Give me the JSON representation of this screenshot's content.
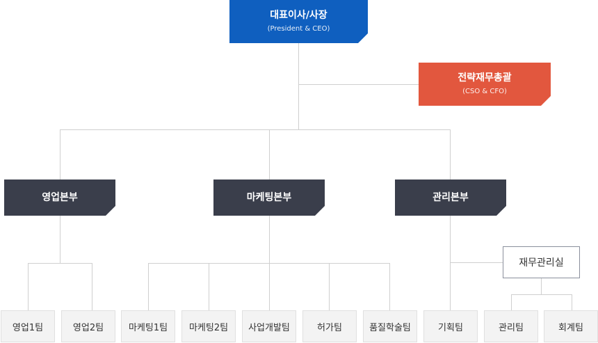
{
  "ceo": {
    "title": "대표이사/사장",
    "subtitle": "(President & CEO)"
  },
  "cso": {
    "title": "전략재무총괄",
    "subtitle": "(CSO & CFO)"
  },
  "divisions": {
    "sales": "영업본부",
    "marketing": "마케팅본부",
    "management": "관리본부"
  },
  "office": "재무관리실",
  "teams": {
    "sales_1": "영업1팀",
    "sales_2": "영업2팀",
    "marketing_1": "마케팅1팀",
    "marketing_2": "마케팅2팀",
    "business_dev": "사업개발팀",
    "licensing": "허가팀",
    "quality_academic": "품질학술팀",
    "planning": "기획팀",
    "management": "관리팀",
    "accounting": "회계팀"
  },
  "colors": {
    "ceo": "#0f5fbf",
    "cso": "#e2573e",
    "division": "#3a3e4b",
    "team_bg": "#f3f3f3",
    "connector": "#cfcfcf"
  }
}
